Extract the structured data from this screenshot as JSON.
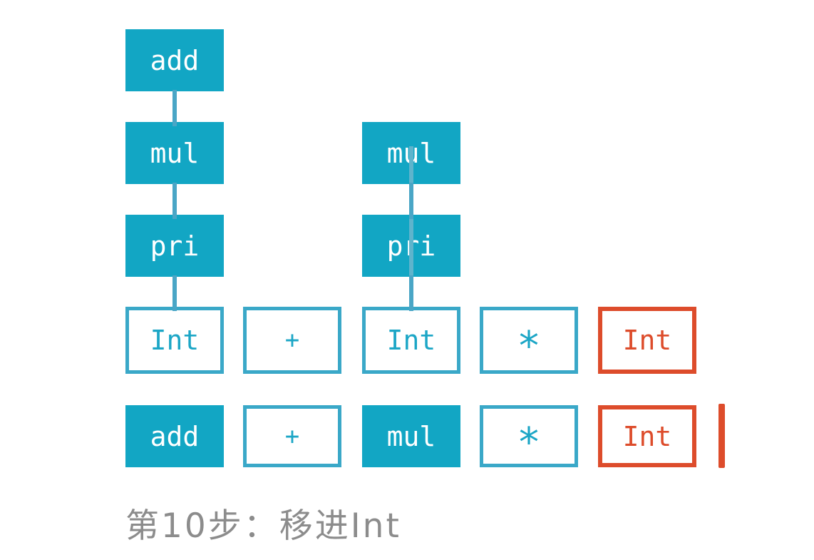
{
  "palette": {
    "teal_fill": "#12a6c4",
    "teal_border": "#3aa8c8",
    "teal_text": "#1ca6c6",
    "red": "#dd4c2b",
    "connector": "#4aa6c6",
    "connector_light": "#5fb4cc",
    "caption_gray": "#8c8c8c"
  },
  "caption": "第10步：移进Int",
  "diagram": {
    "boxes": [
      {
        "id": "tree-node-add",
        "label": "add",
        "variant": "filled",
        "col": 0,
        "row": "add"
      },
      {
        "id": "tree-node-mul-left",
        "label": "mul",
        "variant": "filled",
        "col": 0,
        "row": "mul"
      },
      {
        "id": "tree-node-pri-left",
        "label": "pri",
        "variant": "filled",
        "col": 0,
        "row": "pri"
      },
      {
        "id": "terminal-int-1",
        "label": "Int",
        "variant": "outline",
        "col": 0,
        "row": "terminals"
      },
      {
        "id": "terminal-plus",
        "label": "+",
        "variant": "outline",
        "col": 1,
        "row": "terminals"
      },
      {
        "id": "tree-node-mul-right",
        "label": "mul",
        "variant": "filled",
        "col": 2,
        "row": "mul"
      },
      {
        "id": "tree-node-pri-right",
        "label": "pri",
        "variant": "filled",
        "col": 2,
        "row": "pri"
      },
      {
        "id": "terminal-int-2",
        "label": "Int",
        "variant": "outline",
        "col": 2,
        "row": "terminals"
      },
      {
        "id": "terminal-star",
        "label": "*",
        "variant": "outline",
        "col": 3,
        "row": "terminals"
      },
      {
        "id": "terminal-int-3",
        "label": "Int",
        "variant": "outline-red",
        "col": 4,
        "row": "terminals"
      },
      {
        "id": "stack-item-add",
        "label": "add",
        "variant": "filled",
        "col": 0,
        "row": "stack"
      },
      {
        "id": "stack-item-plus",
        "label": "+",
        "variant": "outline",
        "col": 1,
        "row": "stack"
      },
      {
        "id": "stack-item-mul",
        "label": "mul",
        "variant": "filled",
        "col": 2,
        "row": "stack"
      },
      {
        "id": "stack-item-star",
        "label": "*",
        "variant": "outline",
        "col": 3,
        "row": "stack"
      },
      {
        "id": "stack-item-int",
        "label": "Int",
        "variant": "outline-red",
        "col": 4,
        "row": "stack"
      }
    ],
    "connectors": [
      {
        "col": 0,
        "from": "add",
        "to": "mul",
        "style": "normal"
      },
      {
        "col": 0,
        "from": "mul",
        "to": "pri",
        "style": "normal"
      },
      {
        "col": 0,
        "from": "pri",
        "to": "terminals",
        "style": "normal"
      },
      {
        "col": 2,
        "from": "mul",
        "to": "terminals",
        "style": "through"
      },
      {
        "col": 2,
        "from": "mul",
        "to": "pri",
        "style": "normal"
      },
      {
        "col": 2,
        "from": "pri",
        "to": "terminals",
        "style": "normal"
      }
    ],
    "cursor_marker": "input-position-bar"
  }
}
